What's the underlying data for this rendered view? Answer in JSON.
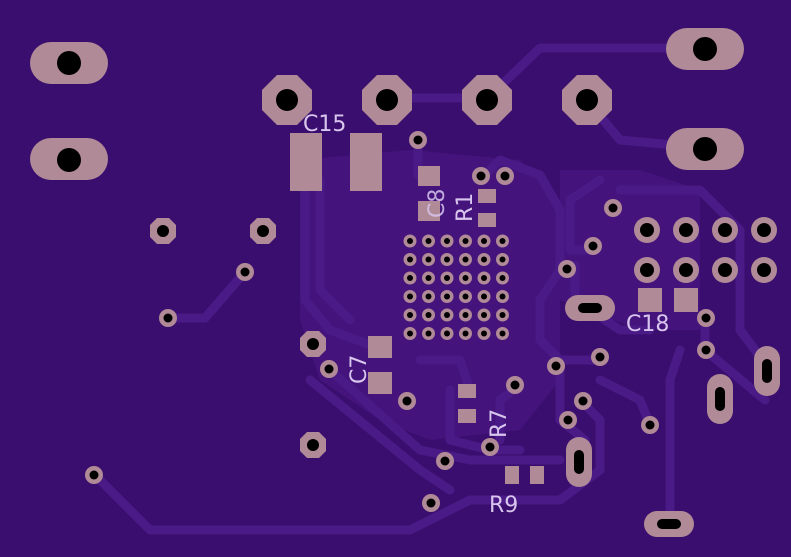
{
  "board": {
    "background": "#3a0e6e",
    "trace_color": "#4a1a86",
    "pad_color": "#b08a96",
    "silkscreen_color": "#d8c6ee"
  },
  "labels": {
    "c15": "C15",
    "c18": "C18",
    "c7": "C7",
    "r7": "R7",
    "r9": "R9",
    "r1": "R1",
    "c8": "C8"
  }
}
